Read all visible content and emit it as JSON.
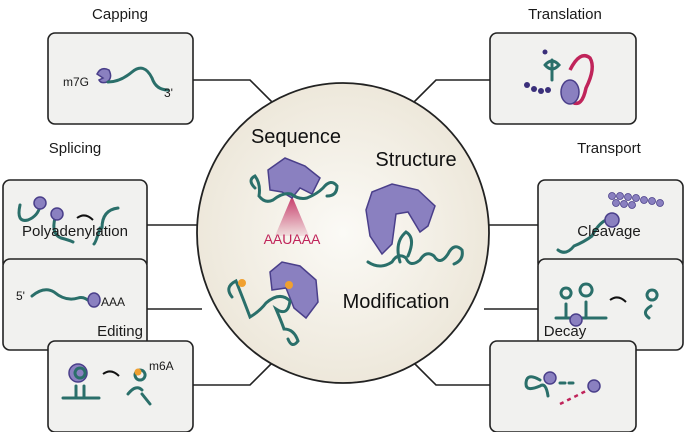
{
  "processes": {
    "capping": {
      "label": "Capping",
      "cap": "m7G",
      "end": "3'"
    },
    "translation": {
      "label": "Translation"
    },
    "splicing": {
      "label": "Splicing"
    },
    "transport": {
      "label": "Transport"
    },
    "polyadenylation": {
      "label": "Polyadenylation",
      "start": "5'",
      "tail": "AAA"
    },
    "cleavage": {
      "label": "Cleavage"
    },
    "editing": {
      "label": "Editing",
      "mark": "m6A"
    },
    "decay": {
      "label": "Decay"
    }
  },
  "center": {
    "sequence": "Sequence",
    "motif": "AAUAAA",
    "structure": "Structure",
    "modification": "Modification"
  },
  "colors": {
    "rna": "#2a6f6a",
    "protein": "#8a80c0",
    "motif": "#c0245a",
    "mark": "#f0a030"
  }
}
